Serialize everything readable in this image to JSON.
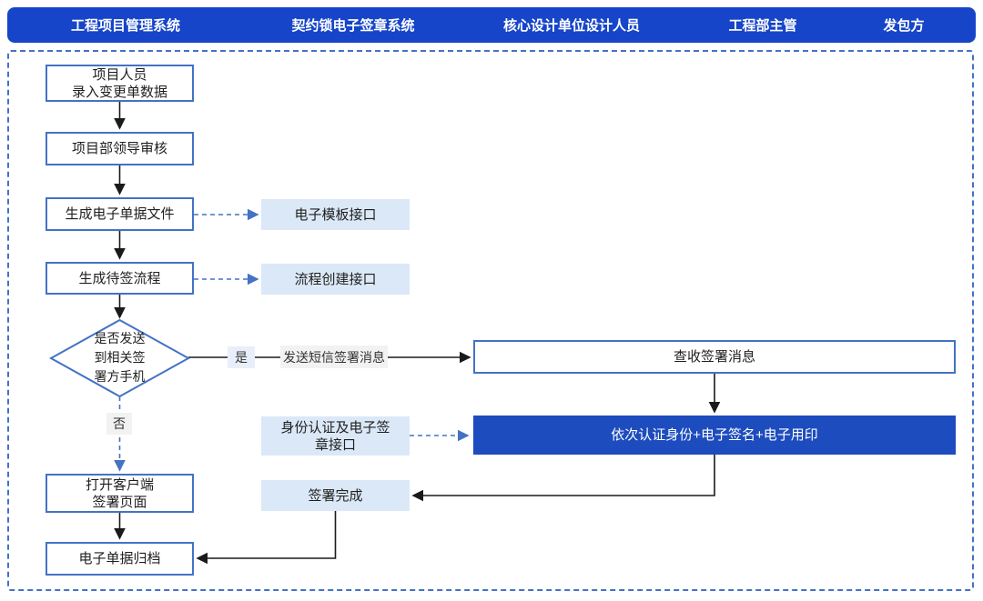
{
  "colors": {
    "header-bg": "#1745c9",
    "dark-box-bg": "#1d4cbe",
    "box-border": "#4472c4",
    "light-fill": "#dbe8f7",
    "label-gray": "#f2f2f2",
    "label-blue": "#e9effa",
    "line-black": "#1a1a1a",
    "line-blue": "#4472c4",
    "text-dark": "#1f1f1f"
  },
  "header": {
    "lanes": [
      {
        "label": "工程项目管理系统"
      },
      {
        "label": "契约锁电子签章系统"
      },
      {
        "label": "核心设计单位设计人员"
      },
      {
        "label": "工程部主管"
      },
      {
        "label": "发包方"
      }
    ]
  },
  "flow": {
    "enter_data": {
      "line1": "项目人员",
      "line2": "录入变更单数据"
    },
    "leader_review": {
      "label": "项目部领导审核"
    },
    "generate_file": {
      "label": "生成电子单据文件"
    },
    "template_api": {
      "label": "电子模板接口"
    },
    "generate_process": {
      "label": "生成待签流程"
    },
    "process_api": {
      "label": "流程创建接口"
    },
    "decision": {
      "line1": "是否发送",
      "line2": "到相关签",
      "line3": "署方手机"
    },
    "yes_label": "是",
    "no_label": "否",
    "sms_label": "发送短信签署消息",
    "receive_message": {
      "label": "查收签署消息"
    },
    "auth_api": {
      "line1": "身份认证及电子签",
      "line2": "章接口"
    },
    "auth_steps": {
      "label": "依次认证身份+电子签名+电子用印"
    },
    "open_client": {
      "line1": "打开客户端",
      "line2": "签署页面"
    },
    "sign_done": {
      "label": "签署完成"
    },
    "archive": {
      "label": "电子单据归档"
    }
  }
}
